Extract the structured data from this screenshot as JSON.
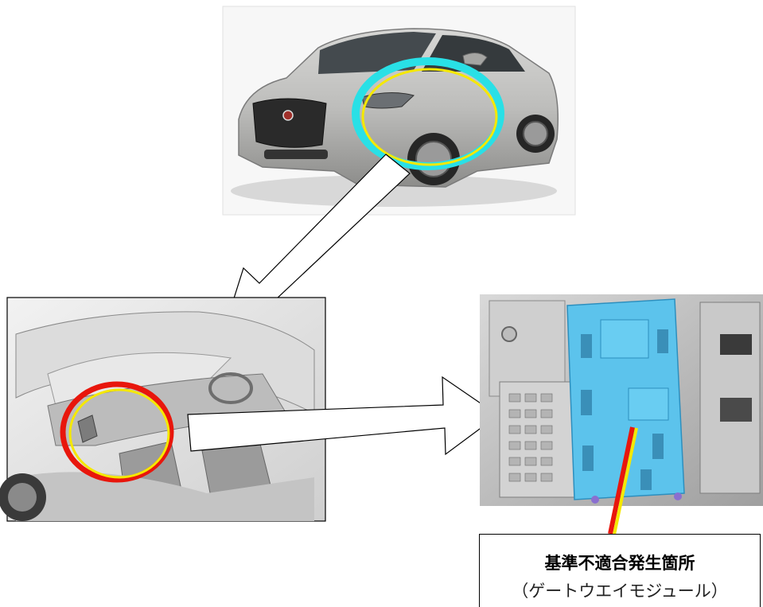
{
  "diagram": {
    "label_title": "基準不適合発生箇所",
    "label_subtitle": "（ゲートウエイモジュール）"
  },
  "colors": {
    "highlight_cyan": "#29e0e6",
    "highlight_red": "#e8160c",
    "highlight_yellow": "#f5e800",
    "module_blue": "#5cc3ec"
  },
  "icons": {
    "vehicle": "car-photo",
    "interior": "interior-cutaway",
    "module": "gateway-module-closeup"
  }
}
